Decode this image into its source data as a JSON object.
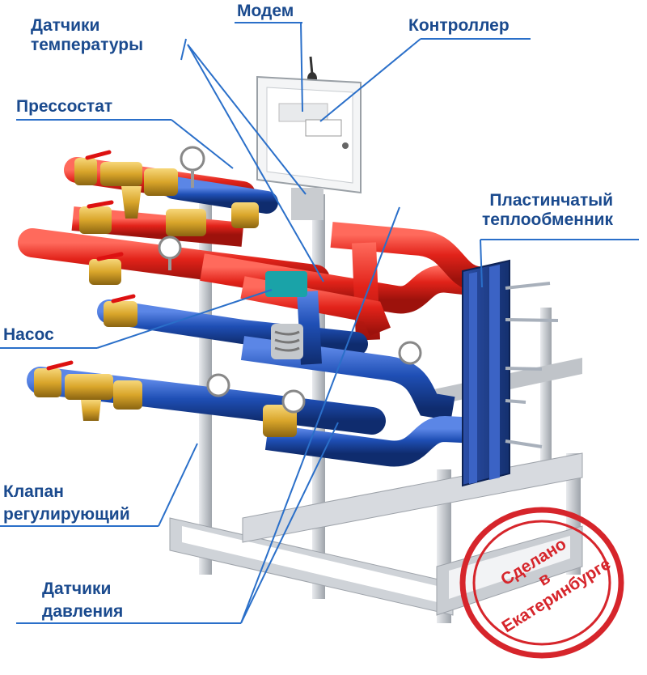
{
  "labels": {
    "modem": "Модем",
    "temp_sensors": [
      "Датчики",
      "температуры"
    ],
    "controller": "Контроллер",
    "pressostat": "Прессостат",
    "plate_exchanger": [
      "Пластинчатый",
      "теплообменник"
    ],
    "pump": "Насос",
    "valve": [
      "Клапан",
      "регулирующий"
    ],
    "pressure_sensors": [
      "Датчики",
      "давления"
    ]
  },
  "stamp": [
    "Сделано",
    "в Екатеринбурге"
  ],
  "colors": {
    "label_text": "#1a4a8e",
    "leader": "#2a6fc9",
    "hot_pipe": "#e2231a",
    "cold_pipe": "#1f4fb5",
    "frame": "#c9cdd2",
    "brass": "#d9a52a",
    "stamp": "#d6252b"
  }
}
